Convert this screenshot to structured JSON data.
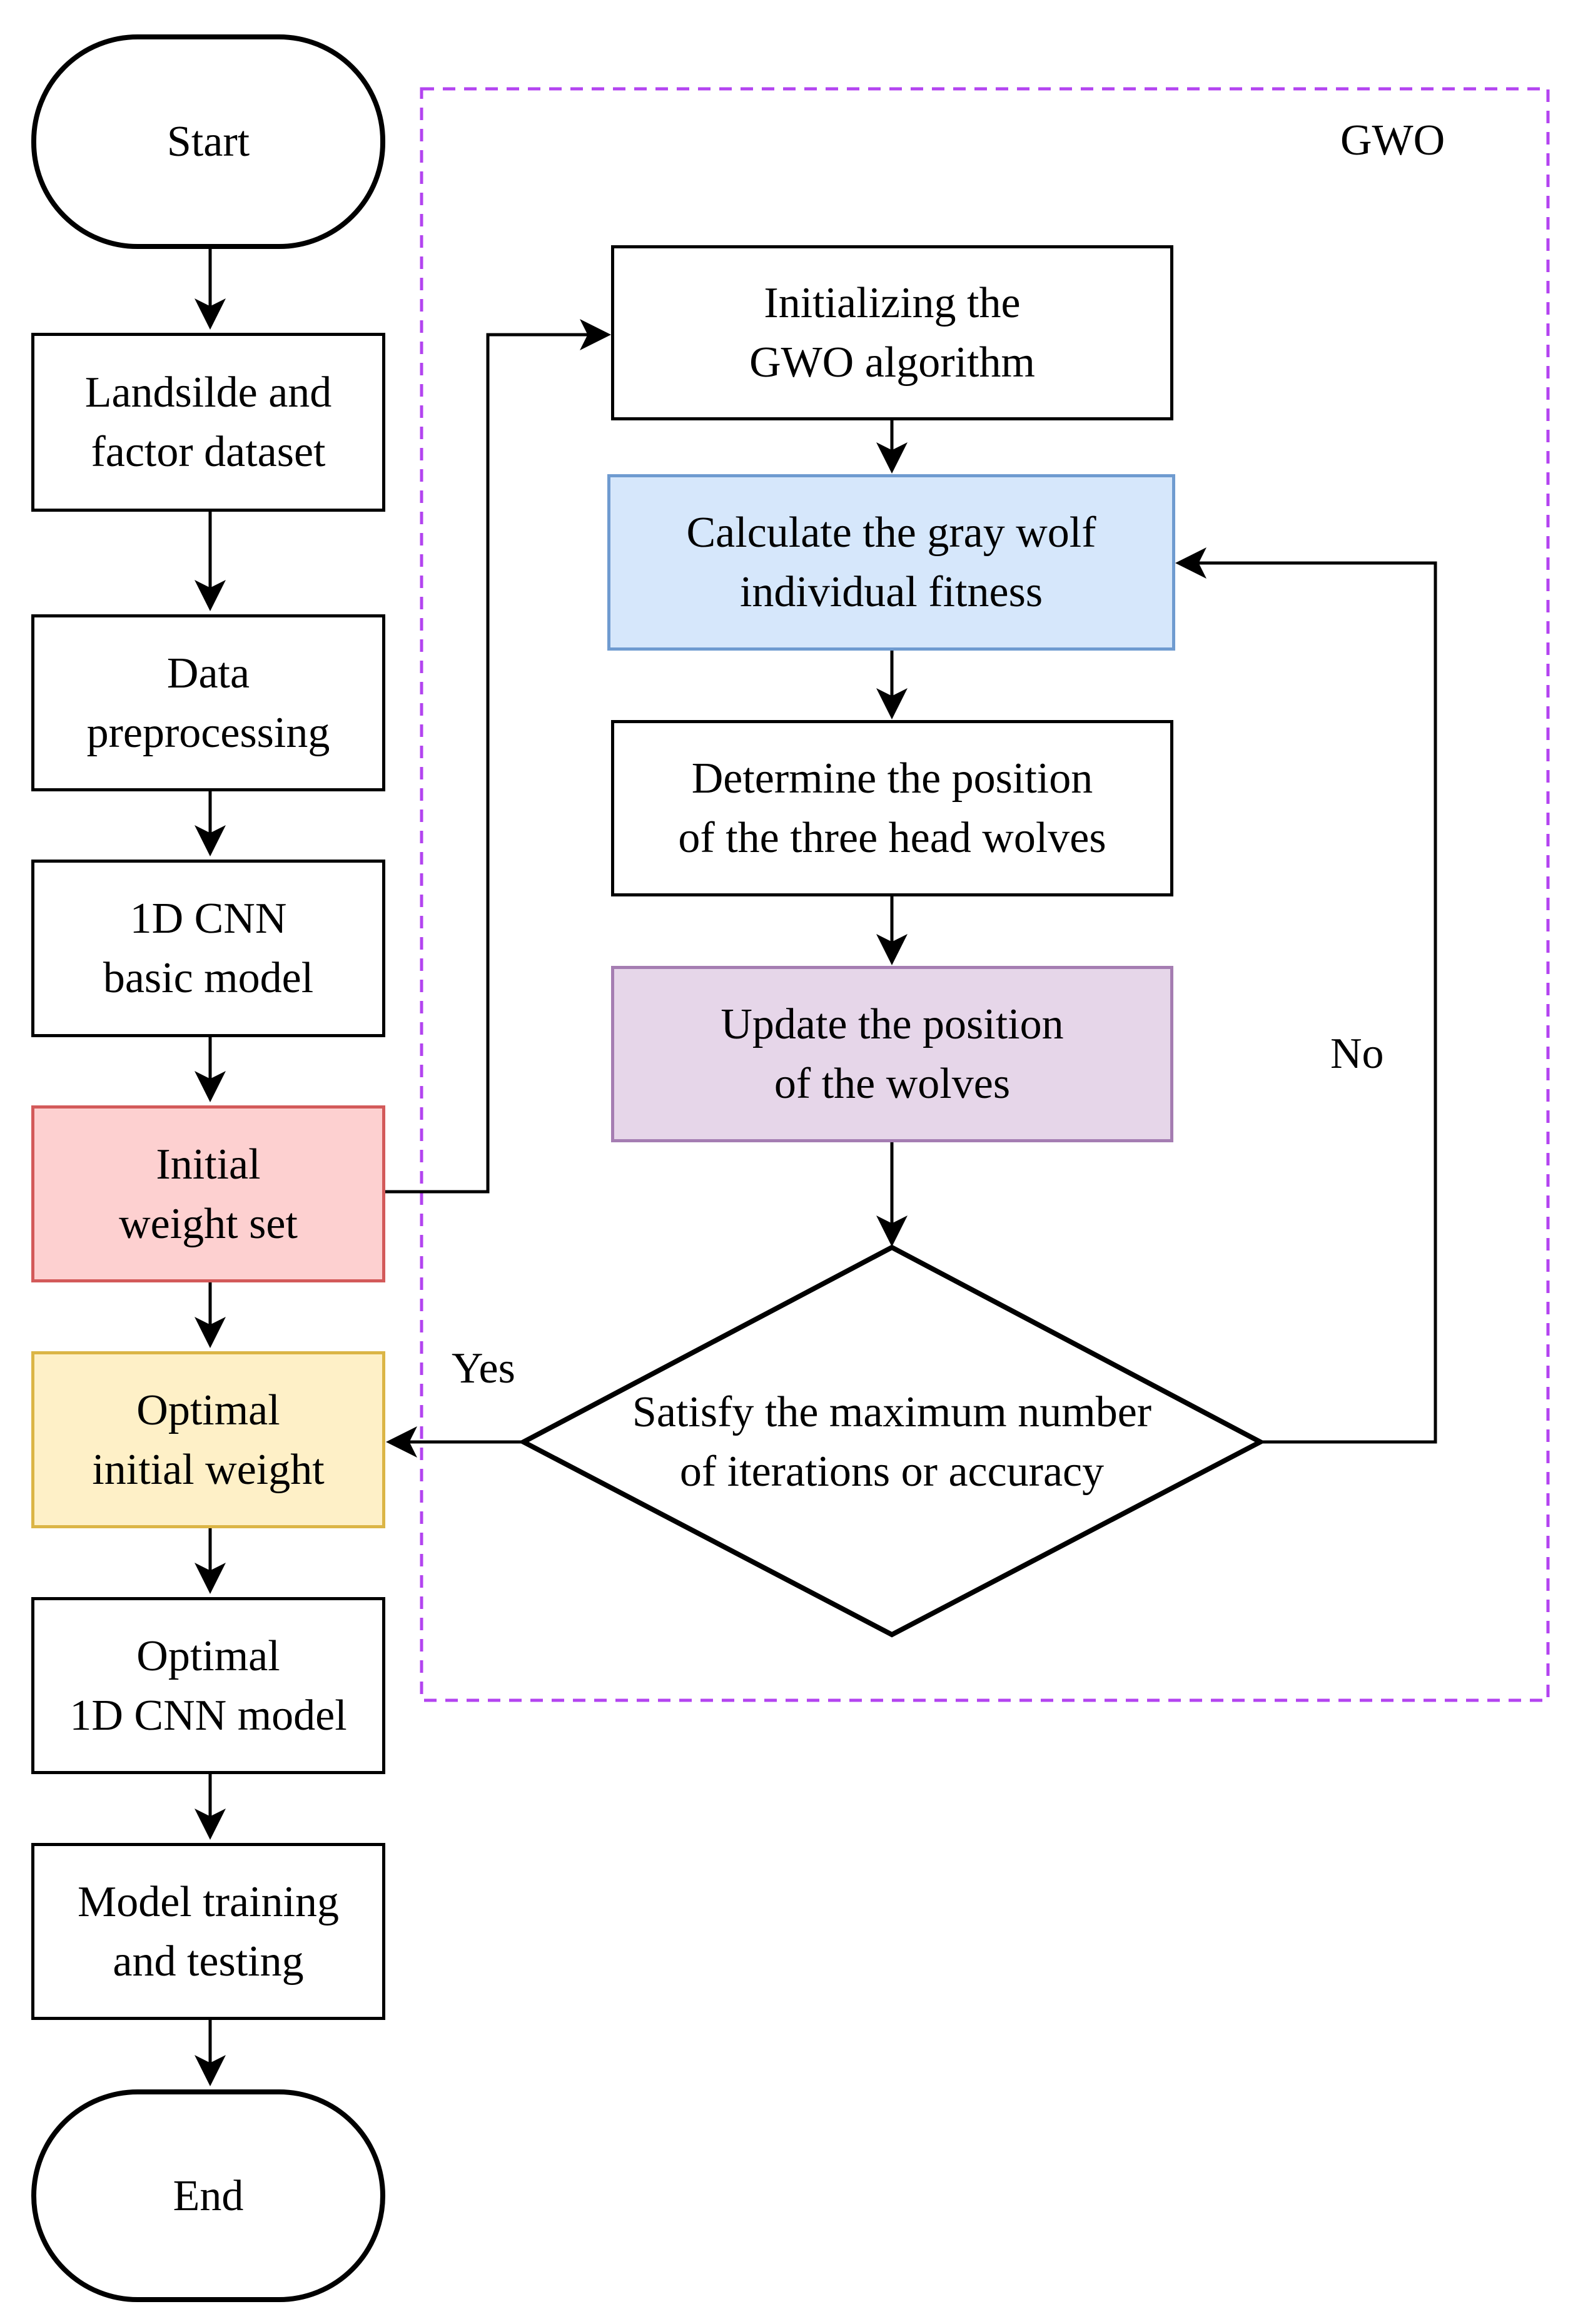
{
  "diagram": {
    "gwo_group_label": "GWO",
    "nodes": {
      "start": "Start",
      "dataset": "Landsilde and\nfactor dataset",
      "preprocessing": "Data\npreprocessing",
      "basic_model": "1D CNN\nbasic model",
      "initial_weight": "Initial\nweight set",
      "optimal_weight": "Optimal\ninitial weight",
      "optimal_model": "Optimal\n1D CNN model",
      "training": "Model training\nand testing",
      "end": "End",
      "init_gwo": "Initializing the\nGWO algorithm",
      "fitness": "Calculate the gray wolf\nindividual fitness",
      "head_wolves": "Determine the position\nof the three head wolves",
      "update": "Update the position\nof the wolves",
      "decision": "Satisfy the maximum number\nof iterations or accuracy"
    },
    "edge_labels": {
      "yes": "Yes",
      "no": "No"
    },
    "colors": {
      "fitness_fill": "#d6e7fb",
      "update_fill": "#e6d6e9",
      "initial_weight_fill": "#fdd0d0",
      "optimal_weight_fill": "#fef0c7",
      "group_border": "#b344f0"
    }
  }
}
